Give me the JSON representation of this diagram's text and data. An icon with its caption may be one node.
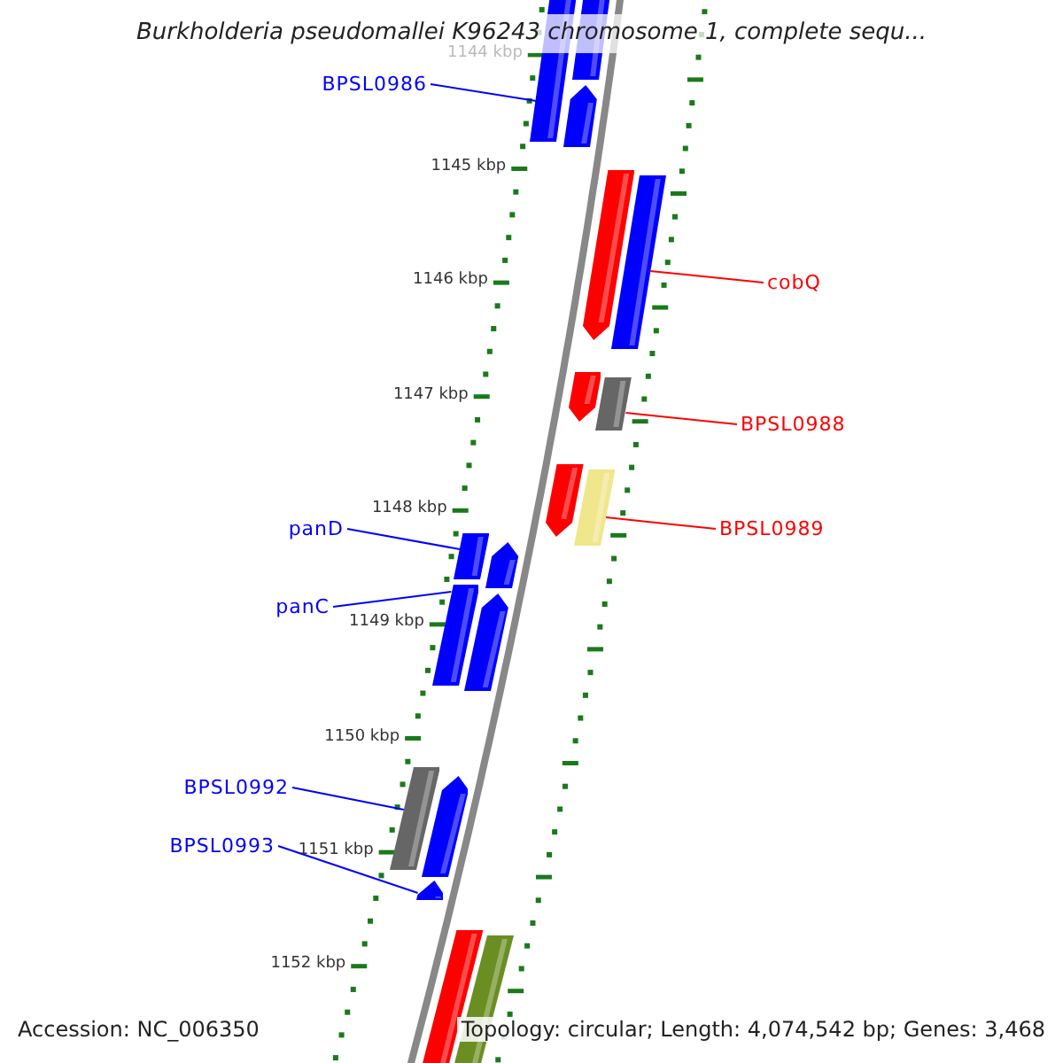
{
  "diagram": {
    "nodes": [
      {
        "text": [
          "BPSL0986"
        ]
      },
      {
        "text": [],
        "shape": "bar"
      },
      {
        "text": [],
        "shape": "bar"
      },
      {
        "text": [],
        "shape": "bar"
      },
      {
        "text": [
          "cobQ"
        ]
      },
      {
        "text": [],
        "shape": "bar"
      },
      {
        "text": [],
        "shape": "bar"
      },
      {
        "text": [
          "BPSL0988"
        ]
      },
      {
        "text": [],
        "shape": "bar"
      },
      {
        "text": [],
        "shape": "bar"
      },
      {
        "text": [
          "BPSL0989"
        ]
      },
      {
        "text": [],
        "shape": "bar"
      },
      {
        "text": [],
        "shape": "bar"
      },
      {
        "text": [
          "panD"
        ]
      },
      {
        "text": [],
        "shape": "bar"
      },
      {
        "text": [],
        "shape": "bar"
      },
      {
        "text": [
          "panC"
        ]
      },
      {
        "text": [],
        "shape": "bar"
      },
      {
        "text": [],
        "shape": "bar"
      },
      {
        "text": [
          "BPSL0992"
        ]
      },
      {
        "text": [],
        "shape": "bar"
      },
      {
        "text": [],
        "shape": "bar"
      },
      {
        "text": [
          "BPSL0993"
        ]
      },
      {
        "text": [],
        "shape": "bar"
      },
      {
        "text": [],
        "shape": "bar"
      },
      {
        "text": [],
        "shape": "bar"
      }
    ],
    "edges": [
      {
        "from": 0,
        "to": 1,
        "arrow": "none",
        "color": "#0000ff"
      },
      {
        "from": 4,
        "to": 6,
        "arrow": "none",
        "color": "#ff0000"
      },
      {
        "from": 7,
        "to": 9,
        "arrow": "none",
        "color": "#ff0000"
      },
      {
        "from": 10,
        "to": 12,
        "arrow": "none",
        "color": "#ff0000"
      },
      {
        "from": 13,
        "to": 14,
        "arrow": "none",
        "color": "#0000ff"
      },
      {
        "from": 16,
        "to": 17,
        "arrow": "none",
        "color": "#0000ff"
      },
      {
        "from": 19,
        "to": 20,
        "arrow": "none",
        "color": "#0000ff"
      },
      {
        "from": 22,
        "to": 23,
        "arrow": "none",
        "color": "#0000ff"
      }
    ],
    "labels": [
      "Burkholderia pseudomallei K96243 chromosome 1, complete sequ...",
      "1144 kbp",
      "1145 kbp",
      "1146 kbp",
      "1147 kbp",
      "1148 kbp",
      "1149 kbp",
      "1150 kbp",
      "1151 kbp",
      "1152 kbp",
      "Accession: NC_006350",
      "Topology: circular; Length: 4,074,542 bp; Genes: 3,468"
    ]
  }
}
